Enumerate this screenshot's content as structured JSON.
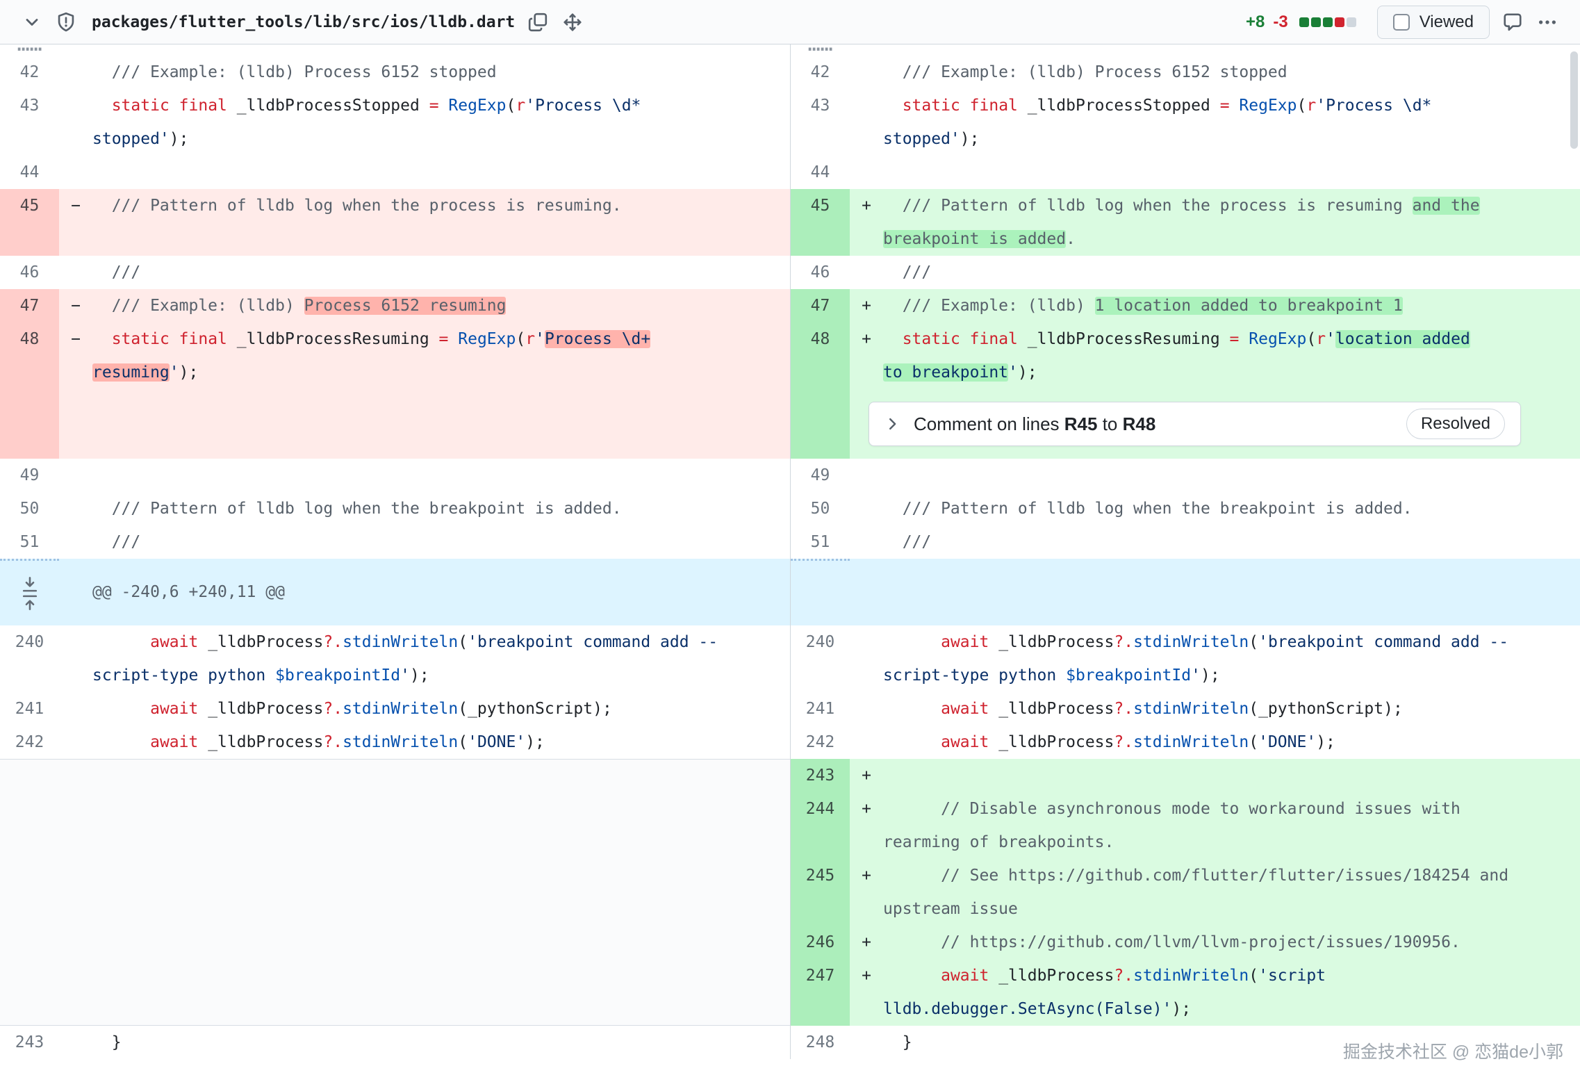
{
  "header": {
    "file_path": "packages/flutter_tools/lib/src/ios/lldb.dart",
    "additions": "+8",
    "deletions": "-3",
    "diffstat_blocks": [
      "#1a7f37",
      "#1a7f37",
      "#1a7f37",
      "#d1242f",
      "#d0d7de"
    ],
    "viewed_label": "Viewed"
  },
  "comment": {
    "prefix": "Comment on lines ",
    "from": "R45",
    "to_word": " to ",
    "to": "R48",
    "resolved": "Resolved"
  },
  "markers": {
    "add": "+",
    "del": "−"
  },
  "watermark": "掘金技术社区 @ 恋猫de小郭",
  "diff": {
    "left_rows": [
      {
        "type": "partial",
        "px": 16,
        "dots": "⋯⋯"
      },
      {
        "type": "ctx",
        "num": "42",
        "lines": [
          [
            {
              "t": "  /// Example: (lldb) Process 6152 stopped",
              "c": "cmt"
            }
          ]
        ]
      },
      {
        "type": "ctx",
        "num": "43",
        "lines": [
          [
            {
              "t": "  ",
              "c": "pln"
            },
            {
              "t": "static",
              "c": "kw"
            },
            {
              "t": " ",
              "c": "pln"
            },
            {
              "t": "final",
              "c": "kw"
            },
            {
              "t": " _lldbProcessStopped ",
              "c": "pln"
            },
            {
              "t": "=",
              "c": "kw"
            },
            {
              "t": " ",
              "c": "pln"
            },
            {
              "t": "RegExp",
              "c": "fn"
            },
            {
              "t": "(",
              "c": "pln"
            },
            {
              "t": "r",
              "c": "kw"
            },
            {
              "t": "'Process \\d*",
              "c": "str"
            }
          ],
          [
            {
              "t": "stopped'",
              "c": "str"
            },
            {
              "t": ");",
              "c": "pln"
            }
          ]
        ]
      },
      {
        "type": "ctx",
        "num": "44",
        "lines": [
          []
        ]
      },
      {
        "type": "del",
        "num": "45",
        "h": 2,
        "lines": [
          [
            {
              "t": "  /// Pattern of lldb log when the process is resuming.",
              "c": "cmt"
            }
          ]
        ]
      },
      {
        "type": "ctx",
        "num": "46",
        "lines": [
          [
            {
              "t": "  ///",
              "c": "cmt"
            }
          ]
        ]
      },
      {
        "type": "del",
        "num": "47",
        "lines": [
          [
            {
              "t": "  /// Example: (lldb) ",
              "c": "cmt"
            },
            {
              "t": "Process 6152 resuming",
              "c": "cmt",
              "hl": 1
            }
          ]
        ]
      },
      {
        "type": "del",
        "num": "48",
        "lines": [
          [
            {
              "t": "  ",
              "c": "pln"
            },
            {
              "t": "static",
              "c": "kw"
            },
            {
              "t": " ",
              "c": "pln"
            },
            {
              "t": "final",
              "c": "kw"
            },
            {
              "t": " _lldbProcessResuming ",
              "c": "pln"
            },
            {
              "t": "=",
              "c": "kw"
            },
            {
              "t": " ",
              "c": "pln"
            },
            {
              "t": "RegExp",
              "c": "fn"
            },
            {
              "t": "(",
              "c": "pln"
            },
            {
              "t": "r",
              "c": "kw"
            },
            {
              "t": "'",
              "c": "str"
            },
            {
              "t": "Process \\d+",
              "c": "str",
              "hl": 1
            }
          ],
          [
            {
              "t": "resuming",
              "c": "str",
              "hl": 1
            },
            {
              "t": "'",
              "c": "str"
            },
            {
              "t": ");",
              "c": "pln"
            }
          ]
        ]
      },
      {
        "type": "filler-del",
        "px": 100
      },
      {
        "type": "ctx",
        "num": "49",
        "lines": [
          []
        ]
      },
      {
        "type": "ctx",
        "num": "50",
        "lines": [
          [
            {
              "t": "  /// Pattern of lldb log when the breakpoint is added.",
              "c": "cmt"
            }
          ]
        ]
      },
      {
        "type": "ctx",
        "num": "51",
        "lines": [
          [
            {
              "t": "  ///",
              "c": "cmt"
            }
          ]
        ]
      },
      {
        "type": "hunk",
        "px": 96,
        "label": "@@ -240,6 +240,11 @@",
        "icons": 1
      },
      {
        "type": "ctx",
        "num": "240",
        "lines": [
          [
            {
              "t": "      ",
              "c": "pln"
            },
            {
              "t": "await",
              "c": "kw"
            },
            {
              "t": " _lldbProcess",
              "c": "pln"
            },
            {
              "t": "?.",
              "c": "kw"
            },
            {
              "t": "stdinWriteln",
              "c": "fn"
            },
            {
              "t": "(",
              "c": "pln"
            },
            {
              "t": "'breakpoint command add --",
              "c": "str"
            }
          ],
          [
            {
              "t": "script-type python ",
              "c": "str"
            },
            {
              "t": "$breakpointId",
              "c": "var"
            },
            {
              "t": "'",
              "c": "str"
            },
            {
              "t": ");",
              "c": "pln"
            }
          ]
        ]
      },
      {
        "type": "ctx",
        "num": "241",
        "lines": [
          [
            {
              "t": "      ",
              "c": "pln"
            },
            {
              "t": "await",
              "c": "kw"
            },
            {
              "t": " _lldbProcess",
              "c": "pln"
            },
            {
              "t": "?.",
              "c": "kw"
            },
            {
              "t": "stdinWriteln",
              "c": "fn"
            },
            {
              "t": "(_pythonScript);",
              "c": "pln"
            }
          ]
        ]
      },
      {
        "type": "ctx",
        "num": "242",
        "lines": [
          [
            {
              "t": "      ",
              "c": "pln"
            },
            {
              "t": "await",
              "c": "kw"
            },
            {
              "t": " _lldbProcess",
              "c": "pln"
            },
            {
              "t": "?.",
              "c": "kw"
            },
            {
              "t": "stdinWriteln",
              "c": "fn"
            },
            {
              "t": "(",
              "c": "pln"
            },
            {
              "t": "'DONE'",
              "c": "str"
            },
            {
              "t": ");",
              "c": "pln"
            }
          ]
        ]
      },
      {
        "type": "filler-empty",
        "px": 384
      },
      {
        "type": "ctx",
        "num": "243",
        "lines": [
          [
            {
              "t": "  }",
              "c": "pln"
            }
          ]
        ]
      }
    ],
    "right_rows": [
      {
        "type": "partial",
        "px": 16,
        "dots": "⋯⋯"
      },
      {
        "type": "ctx",
        "num": "42",
        "lines": [
          [
            {
              "t": "  /// Example: (lldb) Process 6152 stopped",
              "c": "cmt"
            }
          ]
        ]
      },
      {
        "type": "ctx",
        "num": "43",
        "lines": [
          [
            {
              "t": "  ",
              "c": "pln"
            },
            {
              "t": "static",
              "c": "kw"
            },
            {
              "t": " ",
              "c": "pln"
            },
            {
              "t": "final",
              "c": "kw"
            },
            {
              "t": " _lldbProcessStopped ",
              "c": "pln"
            },
            {
              "t": "=",
              "c": "kw"
            },
            {
              "t": " ",
              "c": "pln"
            },
            {
              "t": "RegExp",
              "c": "fn"
            },
            {
              "t": "(",
              "c": "pln"
            },
            {
              "t": "r",
              "c": "kw"
            },
            {
              "t": "'Process \\d*",
              "c": "str"
            }
          ],
          [
            {
              "t": "stopped'",
              "c": "str"
            },
            {
              "t": ");",
              "c": "pln"
            }
          ]
        ]
      },
      {
        "type": "ctx",
        "num": "44",
        "lines": [
          []
        ]
      },
      {
        "type": "add",
        "num": "45",
        "lines": [
          [
            {
              "t": "  /// Pattern of lldb log when the process is resuming ",
              "c": "cmt"
            },
            {
              "t": "and the",
              "c": "cmt",
              "hl": 1
            }
          ],
          [
            {
              "t": "breakpoint is added",
              "c": "cmt",
              "hl": 1
            },
            {
              "t": ".",
              "c": "cmt"
            }
          ]
        ]
      },
      {
        "type": "ctx",
        "num": "46",
        "lines": [
          [
            {
              "t": "  ///",
              "c": "cmt"
            }
          ]
        ]
      },
      {
        "type": "add",
        "num": "47",
        "lines": [
          [
            {
              "t": "  /// Example: (lldb) ",
              "c": "cmt"
            },
            {
              "t": "1 location added to breakpoint 1",
              "c": "cmt",
              "hl": 1
            }
          ]
        ]
      },
      {
        "type": "add",
        "num": "48",
        "lines": [
          [
            {
              "t": "  ",
              "c": "pln"
            },
            {
              "t": "static",
              "c": "kw"
            },
            {
              "t": " ",
              "c": "pln"
            },
            {
              "t": "final",
              "c": "kw"
            },
            {
              "t": " _lldbProcessResuming ",
              "c": "pln"
            },
            {
              "t": "=",
              "c": "kw"
            },
            {
              "t": " ",
              "c": "pln"
            },
            {
              "t": "RegExp",
              "c": "fn"
            },
            {
              "t": "(",
              "c": "pln"
            },
            {
              "t": "r",
              "c": "kw"
            },
            {
              "t": "'",
              "c": "str"
            },
            {
              "t": "location added",
              "c": "str",
              "hl": 1
            }
          ],
          [
            {
              "t": "to breakpoint",
              "c": "str",
              "hl": 1
            },
            {
              "t": "'",
              "c": "str"
            },
            {
              "t": ");",
              "c": "pln"
            }
          ]
        ]
      },
      {
        "type": "cbox",
        "px": 100
      },
      {
        "type": "ctx",
        "num": "49",
        "lines": [
          []
        ]
      },
      {
        "type": "ctx",
        "num": "50",
        "lines": [
          [
            {
              "t": "  /// Pattern of lldb log when the breakpoint is added.",
              "c": "cmt"
            }
          ]
        ]
      },
      {
        "type": "ctx",
        "num": "51",
        "lines": [
          [
            {
              "t": "  ///",
              "c": "cmt"
            }
          ]
        ]
      },
      {
        "type": "hunk",
        "px": 96,
        "label": ""
      },
      {
        "type": "ctx",
        "num": "240",
        "lines": [
          [
            {
              "t": "      ",
              "c": "pln"
            },
            {
              "t": "await",
              "c": "kw"
            },
            {
              "t": " _lldbProcess",
              "c": "pln"
            },
            {
              "t": "?.",
              "c": "kw"
            },
            {
              "t": "stdinWriteln",
              "c": "fn"
            },
            {
              "t": "(",
              "c": "pln"
            },
            {
              "t": "'breakpoint command add --",
              "c": "str"
            }
          ],
          [
            {
              "t": "script-type python ",
              "c": "str"
            },
            {
              "t": "$breakpointId",
              "c": "var"
            },
            {
              "t": "'",
              "c": "str"
            },
            {
              "t": ");",
              "c": "pln"
            }
          ]
        ]
      },
      {
        "type": "ctx",
        "num": "241",
        "lines": [
          [
            {
              "t": "      ",
              "c": "pln"
            },
            {
              "t": "await",
              "c": "kw"
            },
            {
              "t": " _lldbProcess",
              "c": "pln"
            },
            {
              "t": "?.",
              "c": "kw"
            },
            {
              "t": "stdinWriteln",
              "c": "fn"
            },
            {
              "t": "(_pythonScript);",
              "c": "pln"
            }
          ]
        ]
      },
      {
        "type": "ctx",
        "num": "242",
        "lines": [
          [
            {
              "t": "      ",
              "c": "pln"
            },
            {
              "t": "await",
              "c": "kw"
            },
            {
              "t": " _lldbProcess",
              "c": "pln"
            },
            {
              "t": "?.",
              "c": "kw"
            },
            {
              "t": "stdinWriteln",
              "c": "fn"
            },
            {
              "t": "(",
              "c": "pln"
            },
            {
              "t": "'DONE'",
              "c": "str"
            },
            {
              "t": ");",
              "c": "pln"
            }
          ]
        ]
      },
      {
        "type": "add",
        "num": "243",
        "lines": [
          []
        ]
      },
      {
        "type": "add",
        "num": "244",
        "lines": [
          [
            {
              "t": "      // Disable asynchronous mode to workaround issues with",
              "c": "cmt"
            }
          ],
          [
            {
              "t": "rearming of breakpoints.",
              "c": "cmt"
            }
          ]
        ]
      },
      {
        "type": "add",
        "num": "245",
        "lines": [
          [
            {
              "t": "      // See https://github.com/flutter/flutter/issues/184254 and",
              "c": "cmt"
            }
          ],
          [
            {
              "t": "upstream issue",
              "c": "cmt"
            }
          ]
        ]
      },
      {
        "type": "add",
        "num": "246",
        "lines": [
          [
            {
              "t": "      // https://github.com/llvm/llvm-project/issues/190956.",
              "c": "cmt"
            }
          ]
        ]
      },
      {
        "type": "add",
        "num": "247",
        "lines": [
          [
            {
              "t": "      ",
              "c": "pln"
            },
            {
              "t": "await",
              "c": "kw"
            },
            {
              "t": " _lldbProcess",
              "c": "pln"
            },
            {
              "t": "?.",
              "c": "kw"
            },
            {
              "t": "stdinWriteln",
              "c": "fn"
            },
            {
              "t": "(",
              "c": "pln"
            },
            {
              "t": "'script",
              "c": "str"
            }
          ],
          [
            {
              "t": "lldb.debugger.SetAsync(False)'",
              "c": "str"
            },
            {
              "t": ");",
              "c": "pln"
            }
          ]
        ]
      },
      {
        "type": "ctx",
        "num": "248",
        "lines": [
          [
            {
              "t": "  }",
              "c": "pln"
            }
          ]
        ]
      }
    ]
  }
}
